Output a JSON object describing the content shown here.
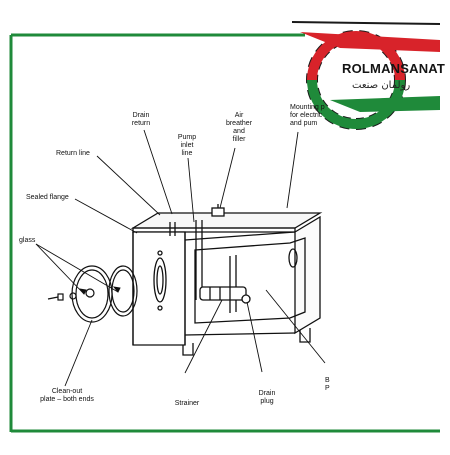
{
  "logo": {
    "name": "ROLMANSANAT",
    "name_fa": "رولمان صنعت",
    "colors": {
      "red": "#d8232a",
      "green": "#1f8a3a",
      "dark": "#1a1a1a"
    }
  },
  "frame_color": "#1f8a3a",
  "labels": {
    "drain_return": "Drain\nreturn",
    "pump_inlet_line": "Pump\ninlet\nline",
    "air_breather": "Air\nbreather\nand\nfiller",
    "mounting": "Mounting p\nfor electric\nand pum",
    "return_line": "Return line",
    "sealed_flange": "Sealed flange",
    "glass": "glass",
    "clean_out": "Clean-out\nplate – both ends",
    "strainer": "Strainer",
    "drain_plug": "Drain\nplug",
    "baffle": "B\nP"
  }
}
